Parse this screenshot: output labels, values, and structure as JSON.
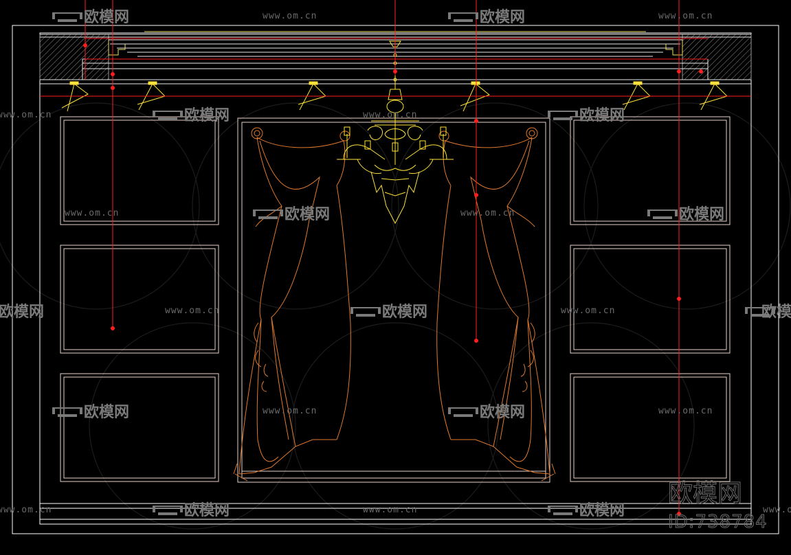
{
  "watermark": {
    "brand": "欧模网",
    "url": "www.om.cn"
  },
  "stamp": {
    "brand": "欧模网",
    "id": "ID:738784"
  },
  "colors": {
    "background": "#000000",
    "frame": "#ffffff",
    "panel": "#e8d2c8",
    "curtain": "#e07a2e",
    "chandelier": "#ffe23a",
    "axis": "#ff1e1e",
    "ceiling": "#e8e8e8",
    "hatch": "#8a8a8a"
  }
}
